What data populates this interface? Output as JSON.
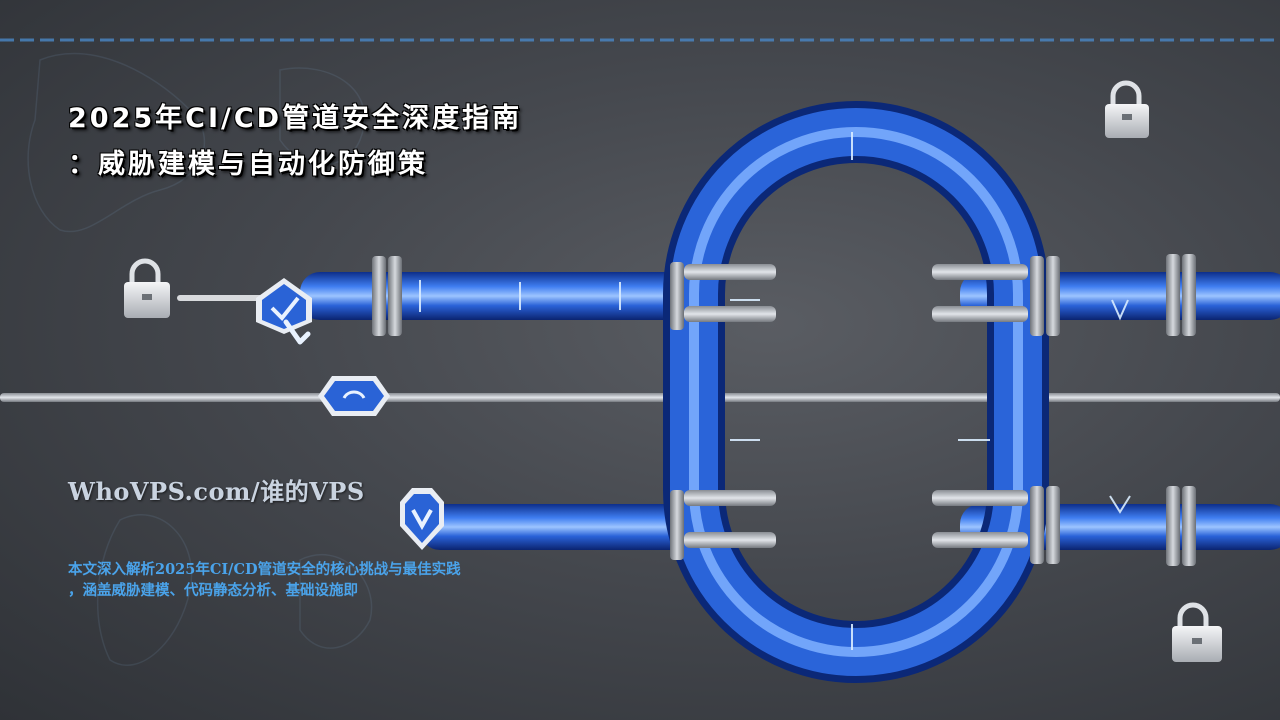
{
  "title": {
    "line1": "2025年CI/CD管道安全深度指南",
    "line2": "：威胁建模与自动化防御策"
  },
  "brand": "WhoVPS.com/谁的VPS",
  "summary": {
    "line1": "本文深入解析2025年CI/CD管道安全的核心挑战与最佳实践",
    "line2": "，涵盖威胁建模、代码静态分析、基础设施即"
  },
  "colors": {
    "pipe_blue": "#1f57c9",
    "accent_blue": "#4aa3ea",
    "background": "#45484e"
  }
}
